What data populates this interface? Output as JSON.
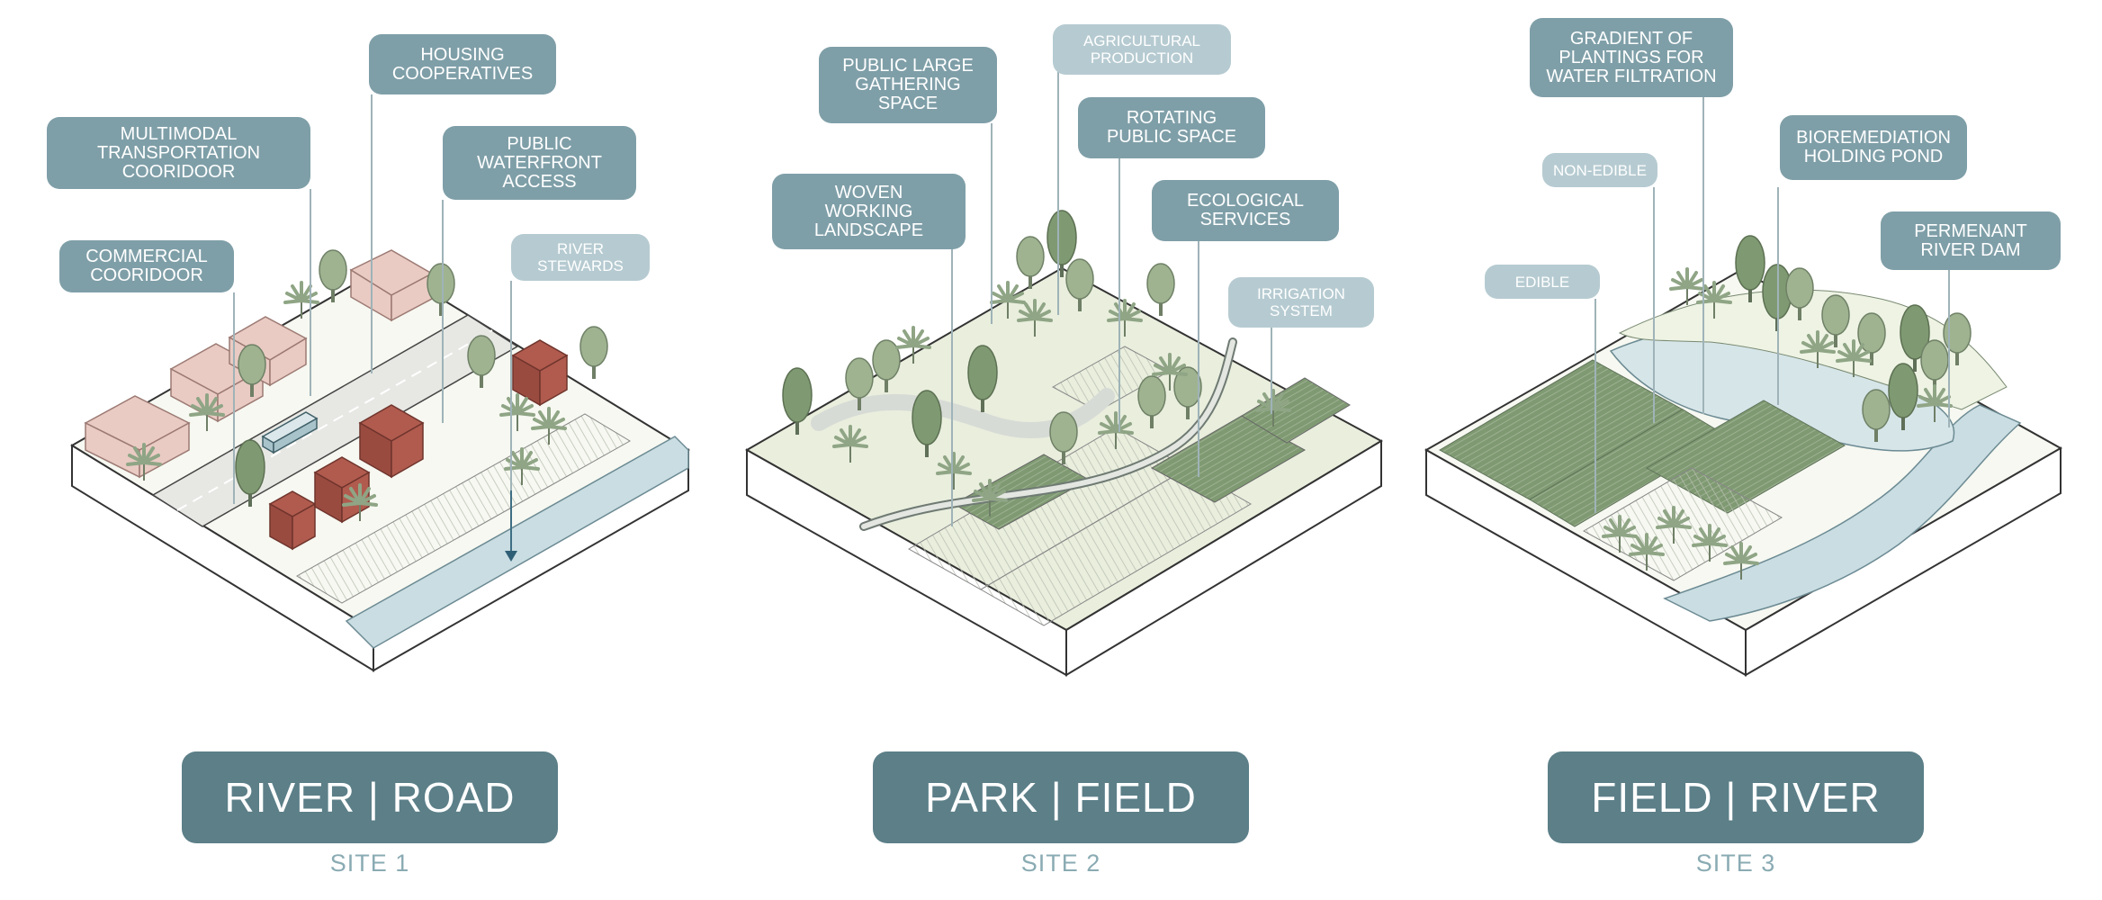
{
  "sites": [
    {
      "title": "RIVER | ROAD",
      "label": "SITE 1",
      "callouts": [
        {
          "text": "MULTIMODAL\nTRANSPORTATION\nCOORIDOOR",
          "style": "dark"
        },
        {
          "text": "HOUSING\nCOOPERATIVES",
          "style": "dark"
        },
        {
          "text": "PUBLIC\nWATERFRONT\nACCESS",
          "style": "dark"
        },
        {
          "text": "COMMERCIAL\nCOORIDOOR",
          "style": "dark"
        },
        {
          "text": "RIVER\nSTEWARDS",
          "style": "light"
        }
      ]
    },
    {
      "title": "PARK | FIELD",
      "label": "SITE 2",
      "callouts": [
        {
          "text": "AGRICULTURAL\nPRODUCTION",
          "style": "light"
        },
        {
          "text": "PUBLIC LARGE\nGATHERING\nSPACE",
          "style": "dark"
        },
        {
          "text": "ROTATING\nPUBLIC SPACE",
          "style": "dark"
        },
        {
          "text": "WOVEN\nWORKING\nLANDSCAPE",
          "style": "dark"
        },
        {
          "text": "ECOLOGICAL\nSERVICES",
          "style": "dark"
        },
        {
          "text": "IRRIGATION\nSYSTEM",
          "style": "light"
        }
      ]
    },
    {
      "title": "FIELD | RIVER",
      "label": "SITE 3",
      "callouts": [
        {
          "text": "GRADIENT OF\nPLANTINGS FOR\nWATER FILTRATION",
          "style": "dark"
        },
        {
          "text": "BIOREMEDIATION\nHOLDING POND",
          "style": "dark"
        },
        {
          "text": "NON-EDIBLE",
          "style": "light"
        },
        {
          "text": "PERMENANT\nRIVER DAM",
          "style": "dark"
        },
        {
          "text": "EDIBLE",
          "style": "light"
        }
      ]
    }
  ],
  "colors": {
    "callout_dark": "#7f9fa8",
    "callout_light": "#b6cbd1",
    "title_box": "#5c7f88",
    "site_label": "#8aabb3",
    "ground": "#e9eedd",
    "field_green": "#7f9a72",
    "water": "#c9dde2",
    "building_pink": "#e9cbc4",
    "building_red": "#b05b4e",
    "tree_green": "#9fb391"
  }
}
